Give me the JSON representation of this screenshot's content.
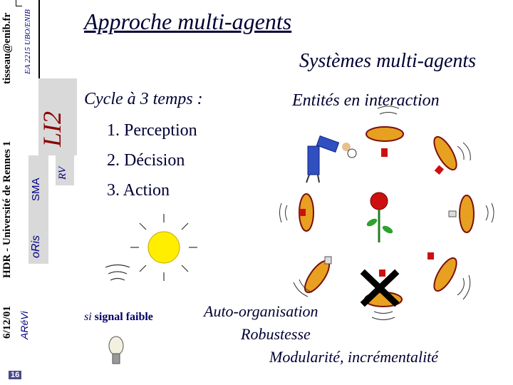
{
  "sidebar": {
    "email": "tisseau@enib.fr",
    "lab": "EA 2215 UBO/ENIB",
    "course": "LI2",
    "rv": "RV",
    "sma": "SMA",
    "oris": "oRis",
    "hdr": "HDR - Université de Rennes 1",
    "arevi": "ARéVi",
    "date": "6/12/01",
    "page_number": "16"
  },
  "slide": {
    "title": "Approche multi-agents",
    "subtitle": "Systèmes multi-agents",
    "cycle_label": "Cycle à 3 temps :",
    "steps": [
      "1. Perception",
      "2. Décision",
      "3. Action"
    ],
    "entities_label": "Entités en interaction",
    "signal_prefix": "si",
    "signal_text": "signal faible",
    "outcomes": [
      "Auto-organisation",
      "Robustesse",
      "Modularité, incrémentalité"
    ]
  },
  "colors": {
    "title": "#000033",
    "ellipse_orange": "#e8a020",
    "ellipse_dark": "#7a1010",
    "sidebar_gray": "#d9d9d9"
  }
}
